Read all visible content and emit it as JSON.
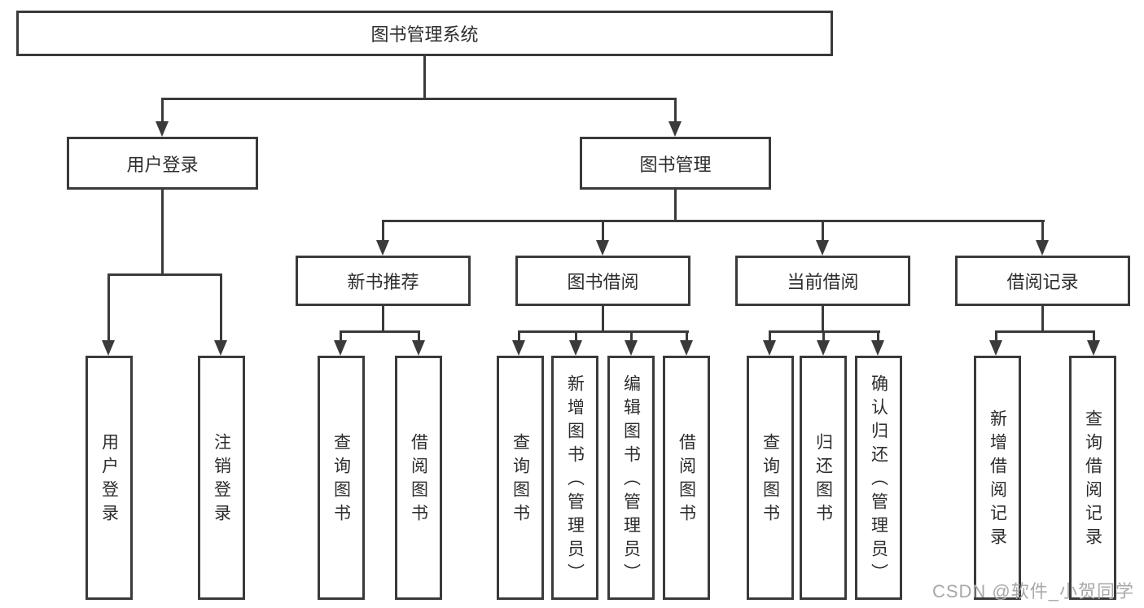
{
  "tree": {
    "label": "图书管理系统",
    "children": [
      {
        "label": "用户登录",
        "children": [
          {
            "label": "用户登录"
          },
          {
            "label": "注销登录"
          }
        ]
      },
      {
        "label": "图书管理",
        "children": [
          {
            "label": "新书推荐",
            "children": [
              {
                "label": "查询图书"
              },
              {
                "label": "借阅图书"
              }
            ]
          },
          {
            "label": "图书借阅",
            "children": [
              {
                "label": "查询图书"
              },
              {
                "label": "新增图书（管理员）"
              },
              {
                "label": "编辑图书（管理员）"
              },
              {
                "label": "借阅图书"
              }
            ]
          },
          {
            "label": "当前借阅",
            "children": [
              {
                "label": "查询图书"
              },
              {
                "label": "归还图书"
              },
              {
                "label": "确认归还（管理员）"
              }
            ]
          },
          {
            "label": "借阅记录",
            "children": [
              {
                "label": "新增借阅记录"
              },
              {
                "label": "查询借阅记录"
              }
            ]
          }
        ]
      }
    ]
  },
  "watermark": {
    "text": "CSDN @软件_小贺同学",
    "color": "#a8a8a8"
  },
  "colors": {
    "line": "#3a3a3a",
    "text": "#2d2d2d",
    "background": "#ffffff"
  }
}
